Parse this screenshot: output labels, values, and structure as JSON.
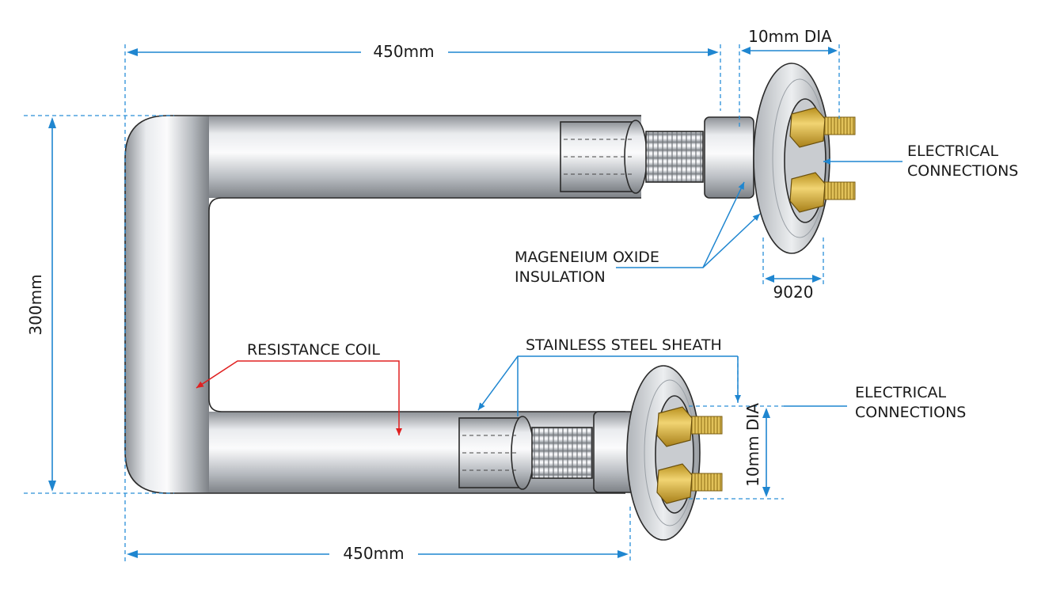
{
  "dimensions": {
    "top_length": "450mm",
    "bottom_length": "450mm",
    "height": "300mm",
    "top_dia": "10mm DIA",
    "right_dia": "10mm DIA",
    "flange_width": "9020"
  },
  "labels": {
    "electrical_top_line1": "ELECTRICAL",
    "electrical_top_line2": "CONNECTIONS",
    "electrical_bottom_line1": "ELECTRICAL",
    "electrical_bottom_line2": "CONNECTIONS",
    "insulation_line1": "MAGENEIUM OXIDE",
    "insulation_line2": "INSULATION",
    "resistance_coil": "RESISTANCE COIL",
    "sheath": "STAINLESS STEEL SHEATH"
  },
  "colors": {
    "dimension": "#1f86d0",
    "leader_red": "#e02020",
    "steel_light": "#f2f3f5",
    "steel_dark": "#8d9196",
    "brass": "#d8b23a"
  }
}
